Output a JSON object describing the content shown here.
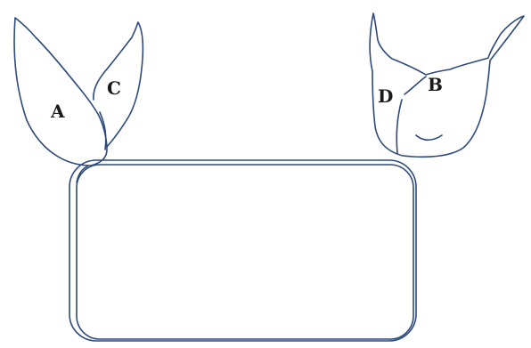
{
  "labels": {
    "a": "A",
    "b": "B",
    "c": "C",
    "d": "D"
  },
  "colors": {
    "stroke": "#2e4a7d",
    "label": "#1a1a1a",
    "background": "#ffffff"
  }
}
